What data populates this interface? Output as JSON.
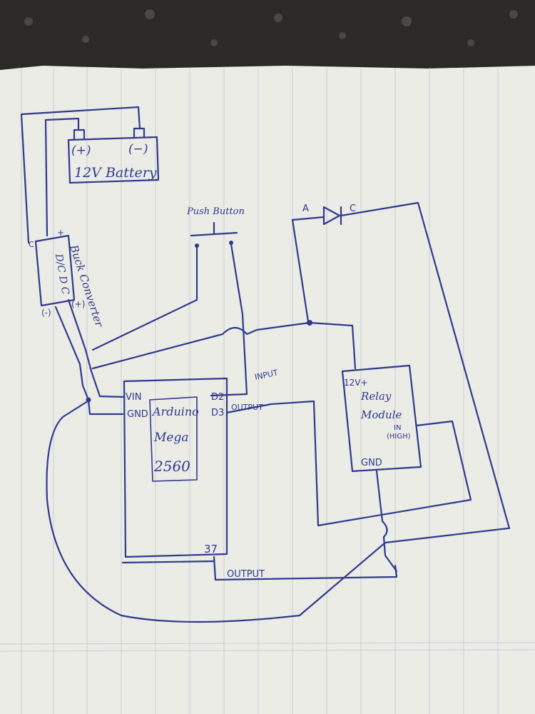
{
  "battery": {
    "label": "12V Battery",
    "plus": "(+)",
    "minus": "(−)"
  },
  "buck": {
    "label": "Buck Converter",
    "letters": "D/C D C",
    "plus": "+",
    "c": "C",
    "minus": "(-)",
    "plus2": "(+)"
  },
  "push_button": {
    "label": "Push Button"
  },
  "diode": {
    "anode": "A",
    "cathode": "C"
  },
  "arduino": {
    "name_line1": "Arduino",
    "name_line2": "Mega",
    "name_line3": "2560",
    "vin": "VIN",
    "gnd": "GND",
    "d2": "D2",
    "d3": "D3",
    "pin37": "37"
  },
  "relay": {
    "v12": "12V+",
    "name_line1": "Relay",
    "name_line2": "Module",
    "in": "IN",
    "high": "(HIGH)",
    "gnd": "GND"
  },
  "wire_labels": {
    "input": "INPUT",
    "output_d3": "OUTPUT",
    "output_37": "OUTPUT"
  }
}
